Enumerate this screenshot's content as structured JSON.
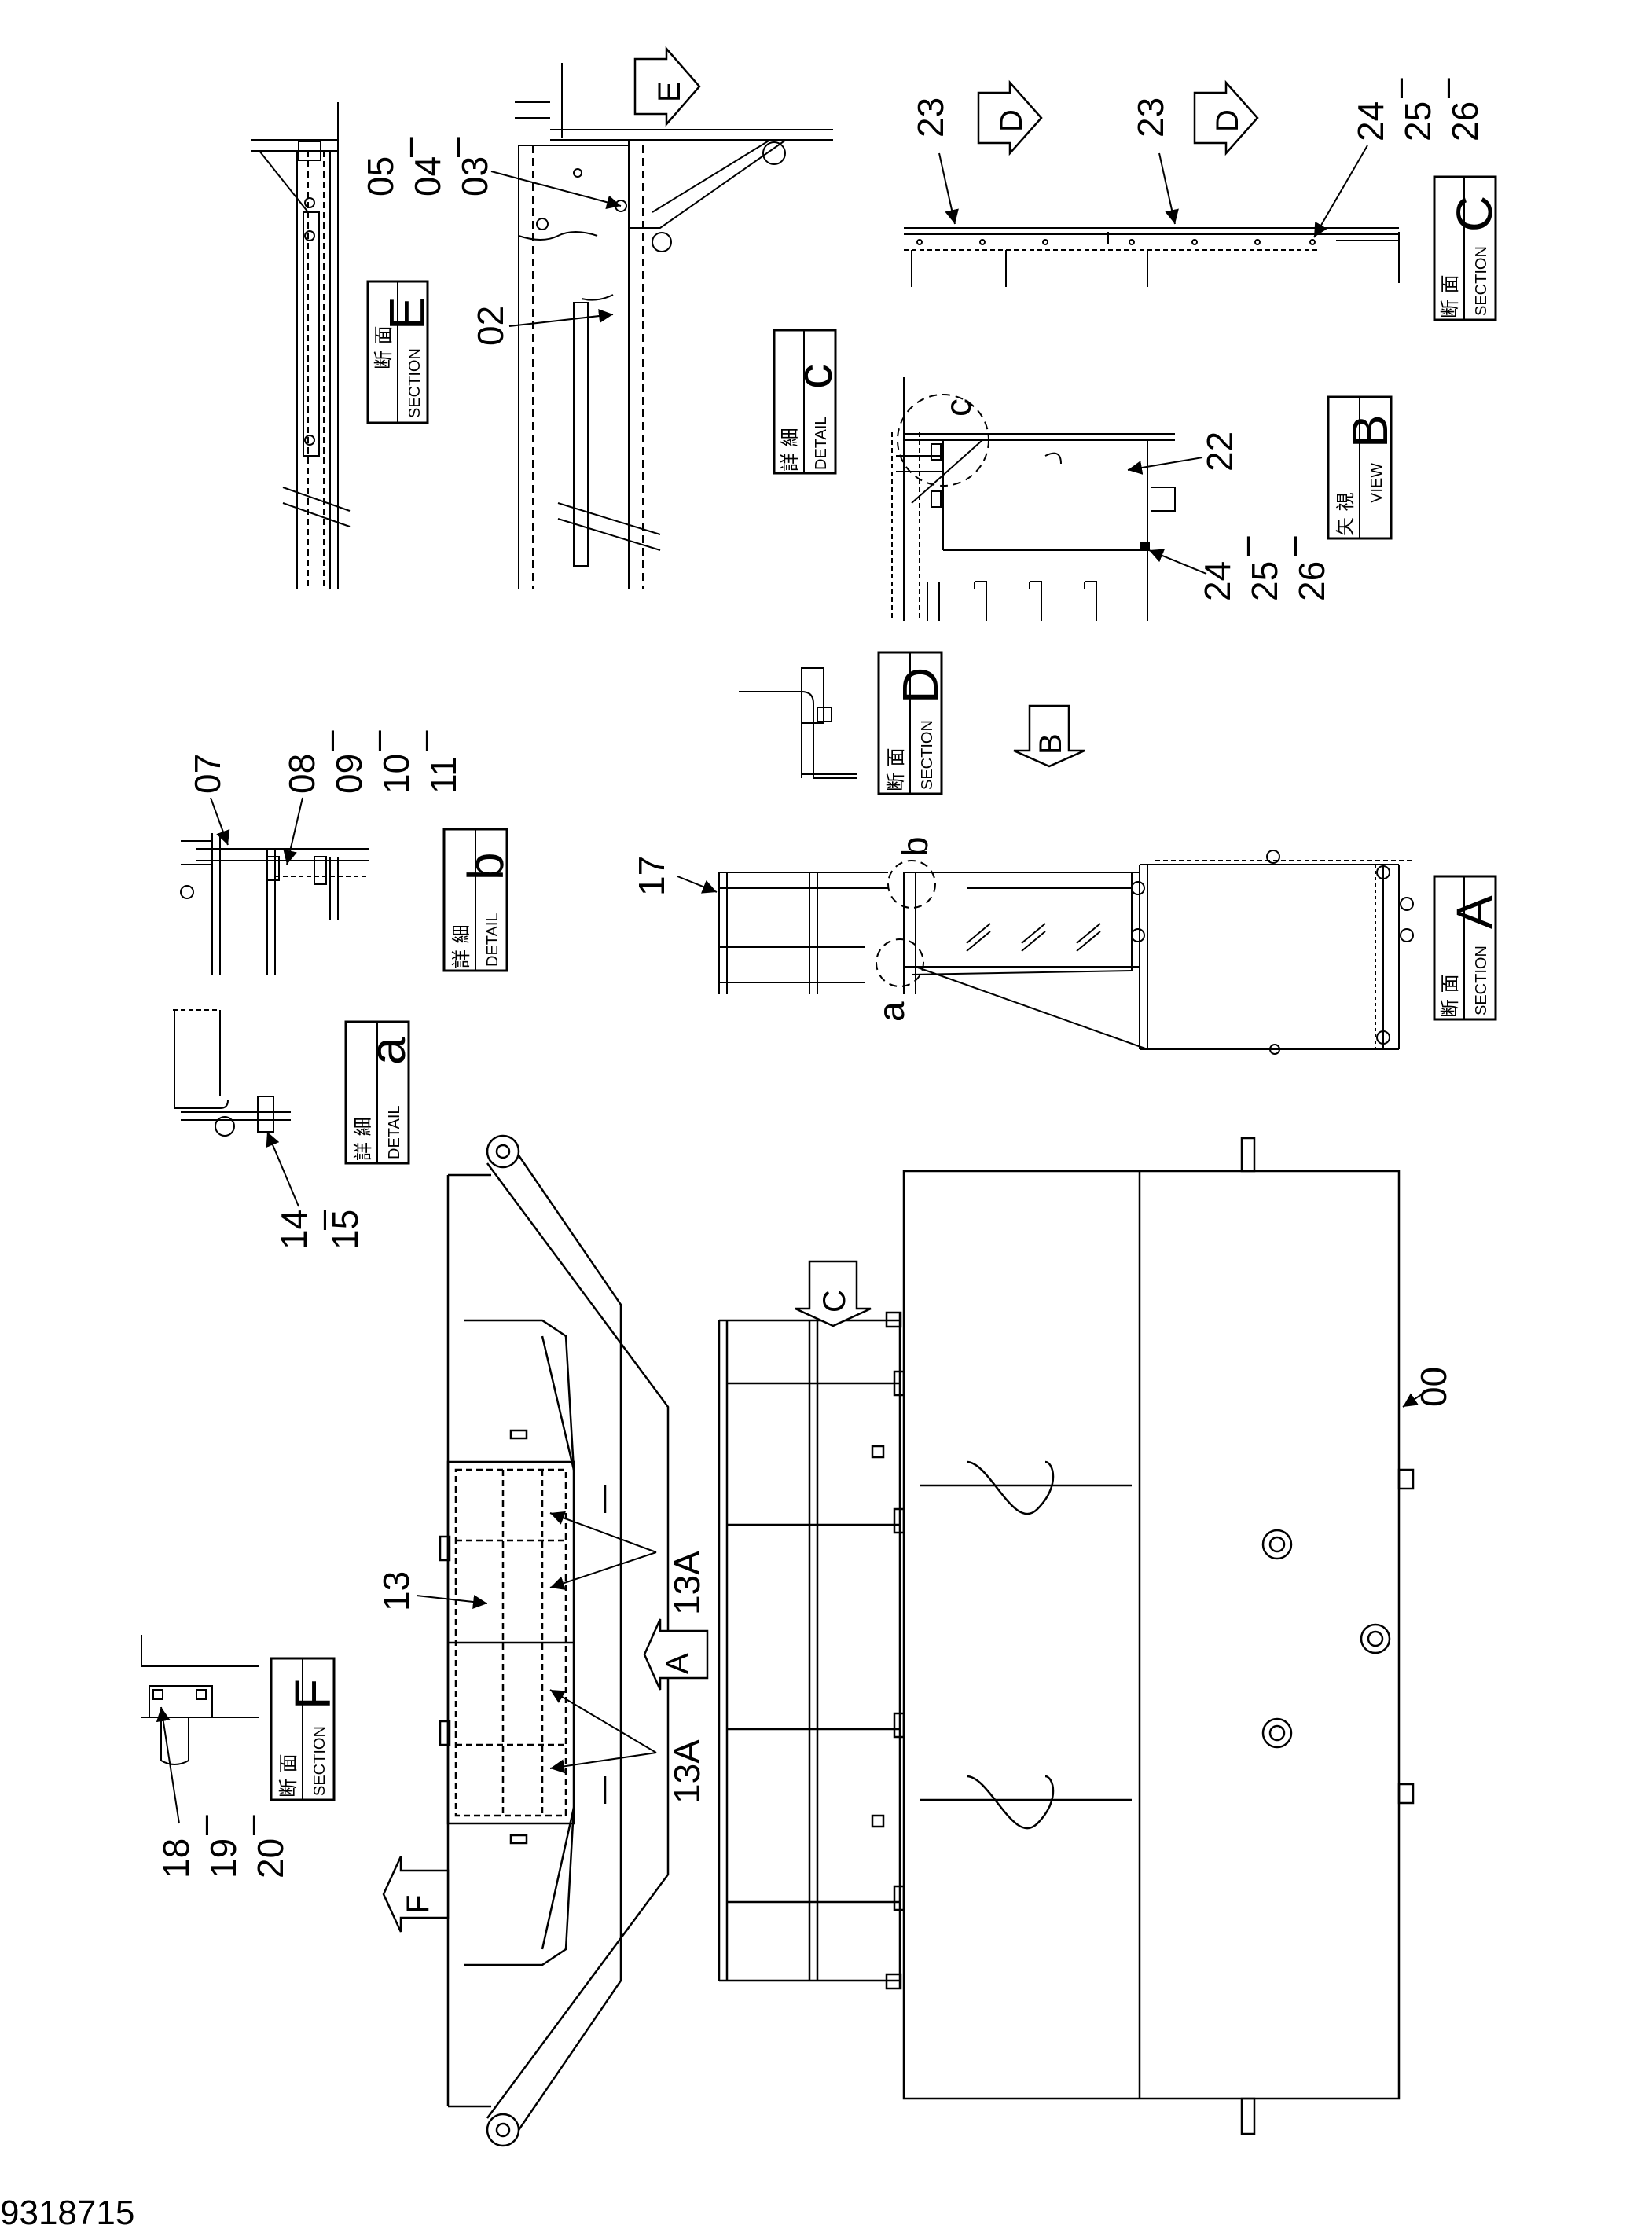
{
  "document": {
    "drawing_number": "9318715"
  },
  "callouts": {
    "c00": "00",
    "c02": "02",
    "c03": "03",
    "c04": "04",
    "c05": "05",
    "c07": "07",
    "c08": "08",
    "c09": "09",
    "c10": "10",
    "c11": "11",
    "c13": "13",
    "c13a_1": "13A",
    "c13a_2": "13A",
    "c14": "14",
    "c15": "15",
    "c17": "17",
    "c18": "18",
    "c19": "19",
    "c20": "20",
    "c22": "22",
    "c23_1": "23",
    "c23_2": "23",
    "c24_1": "24",
    "c25_1": "25",
    "c26_1": "26",
    "c24_2": "24",
    "c25_2": "25",
    "c26_2": "26",
    "dash": "–"
  },
  "section_boxes": [
    {
      "id": "E",
      "jp": "断 面",
      "en": "SECTION",
      "letter": "E"
    },
    {
      "id": "D",
      "jp": "断 面",
      "en": "SECTION",
      "letter": "D"
    },
    {
      "id": "C",
      "jp": "断 面",
      "en": "SECTION",
      "letter": "C"
    },
    {
      "id": "A",
      "jp": "断 面",
      "en": "SECTION",
      "letter": "A"
    },
    {
      "id": "F",
      "jp": "断 面",
      "en": "SECTION",
      "letter": "F"
    },
    {
      "id": "detail-c",
      "jp": "詳 細",
      "en": "DETAIL",
      "letter": "c"
    },
    {
      "id": "detail-b",
      "jp": "詳 細",
      "en": "DETAIL",
      "letter": "b"
    },
    {
      "id": "detail-a",
      "jp": "詳 細",
      "en": "DETAIL",
      "letter": "a"
    },
    {
      "id": "view-B",
      "jp": "矢 視",
      "en": "VIEW",
      "letter": "B"
    }
  ],
  "view_arrows": {
    "E": "E",
    "D1": "D",
    "D2": "D",
    "B": "B",
    "C": "C",
    "A": "A",
    "F": "F"
  },
  "detail_circle_labels": {
    "a": "a",
    "b": "b",
    "c": "c"
  }
}
